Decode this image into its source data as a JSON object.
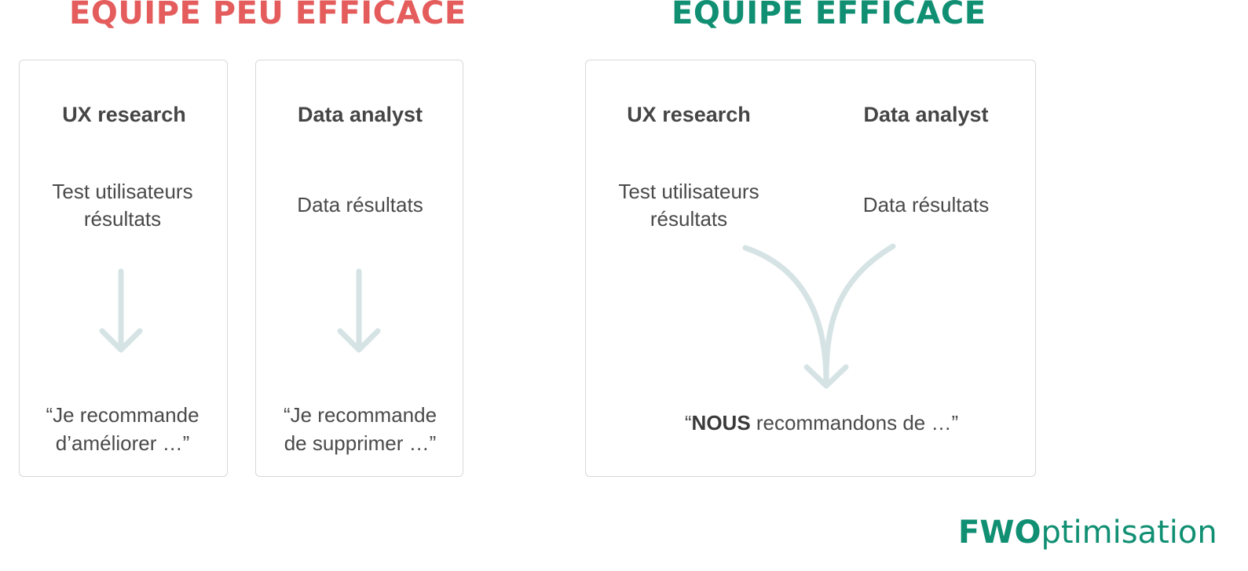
{
  "headings": {
    "bad": "EQUIPE PEU EFFICACE",
    "good": "EQUIPE EFFICACE"
  },
  "bad_team": {
    "ux": {
      "role": "UX research",
      "result_line1": "Test utilisateurs",
      "result_line2": "résultats",
      "quote_line1": "“Je recommande",
      "quote_line2": "d’améliorer …”"
    },
    "data": {
      "role": "Data analyst",
      "result": "Data résultats",
      "quote_line1": "“Je recommande",
      "quote_line2": "de supprimer …”"
    }
  },
  "good_team": {
    "ux_role": "UX research",
    "ux_result_line1": "Test utilisateurs",
    "ux_result_line2": "résultats",
    "data_role": "Data analyst",
    "data_result": "Data résultats",
    "quote_open": "“",
    "quote_bold": "NOUS",
    "quote_rest": " recommandons de  …”"
  },
  "brand": {
    "bold": "FWO",
    "rest": "ptimisation"
  },
  "colors": {
    "bad": "#e45c5c",
    "good": "#108f73",
    "arrow": "#d6e3e5"
  }
}
